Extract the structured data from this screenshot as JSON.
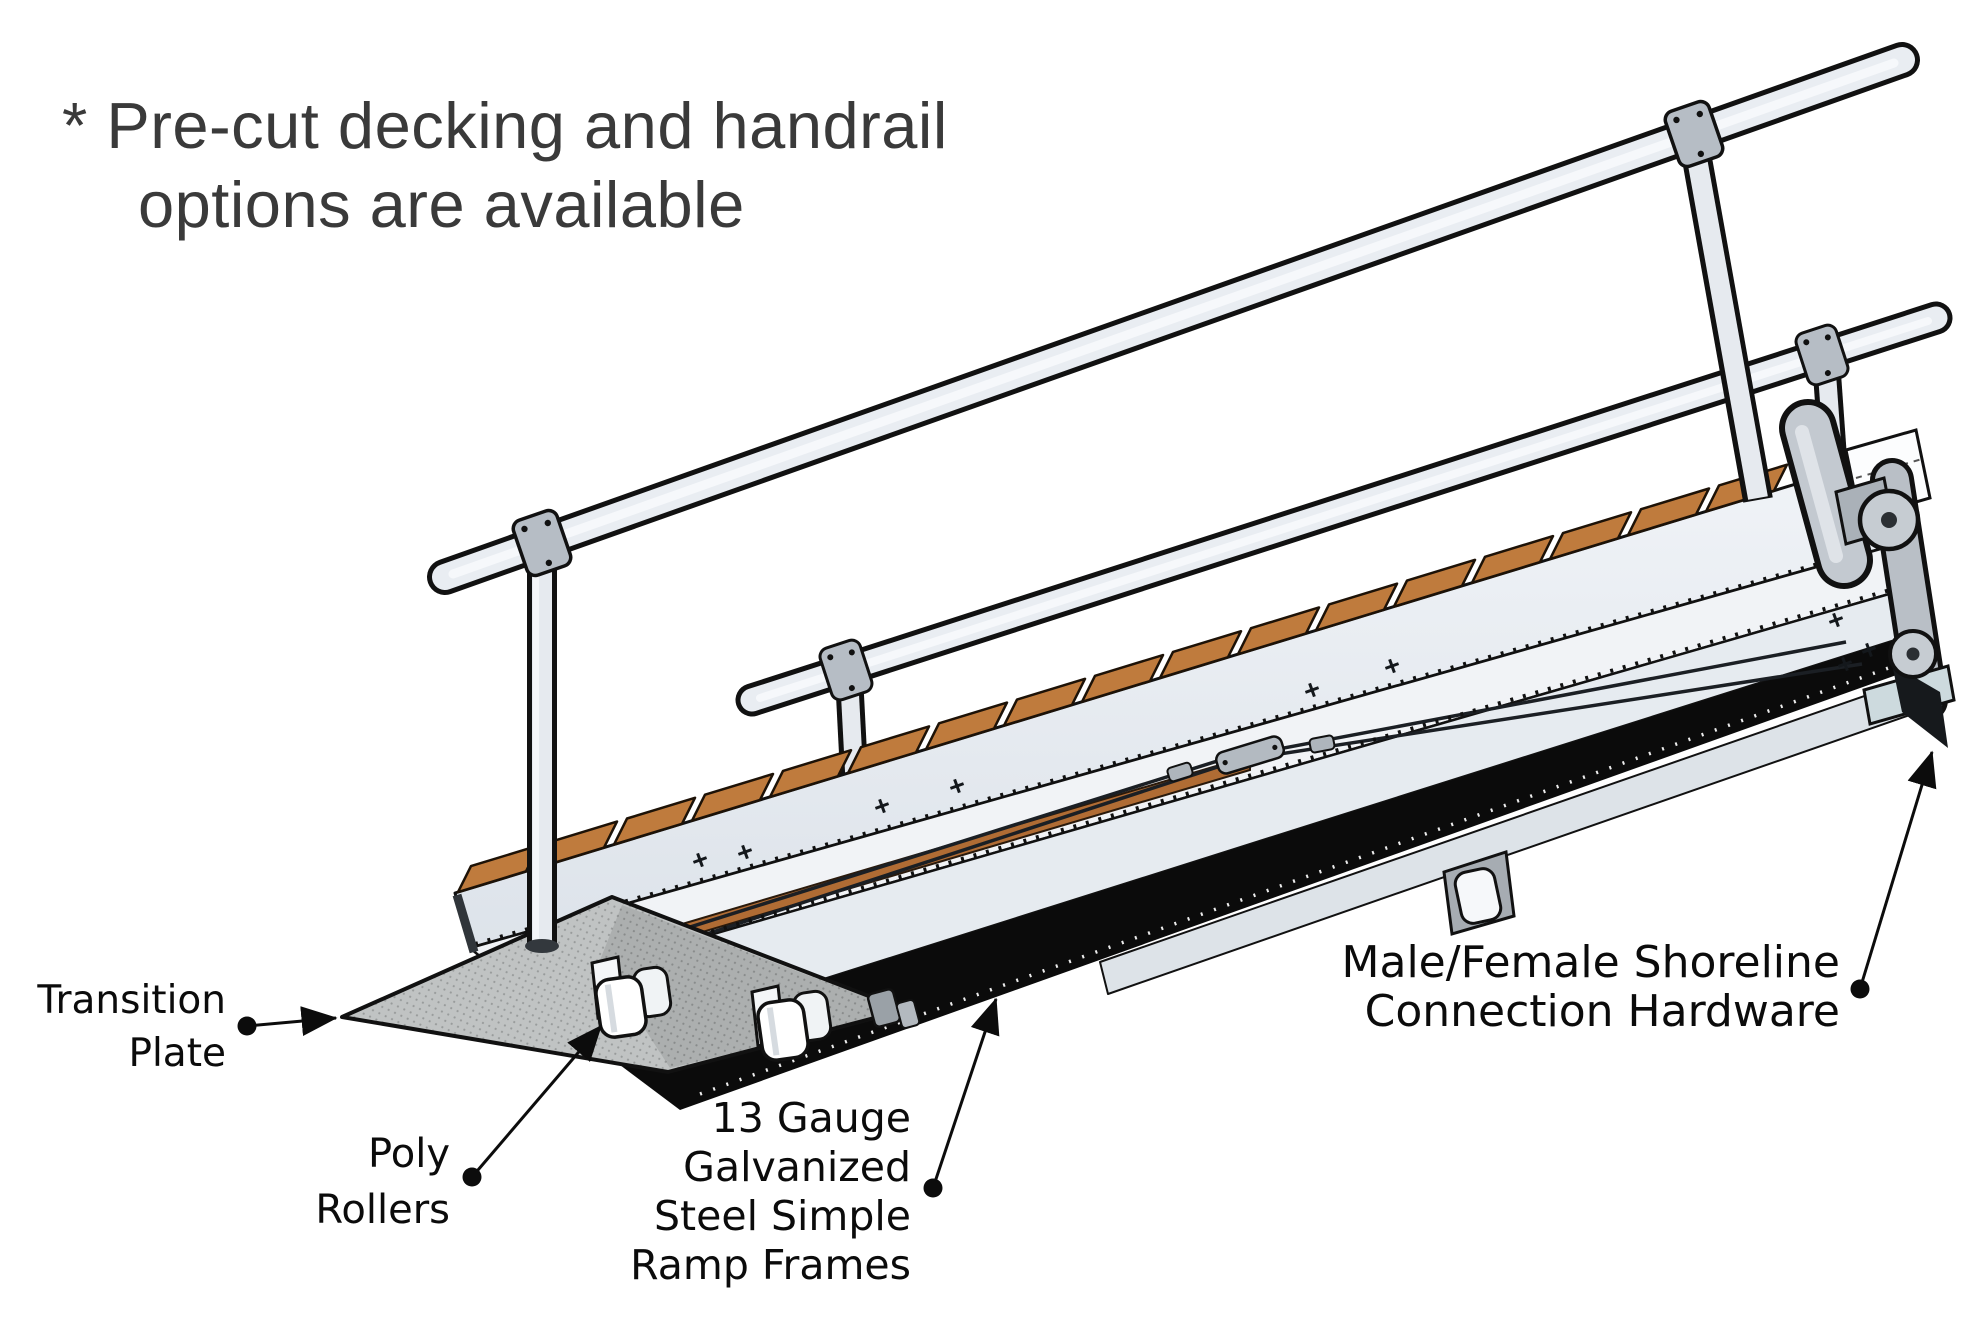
{
  "note": {
    "line1": "* Pre-cut decking and handrail",
    "line2": "options are available"
  },
  "labels": {
    "transition_plate": {
      "line1": "Transition",
      "line2": "Plate"
    },
    "poly_rollers": {
      "line1": "Poly",
      "line2": "Rollers"
    },
    "ramp_frames": {
      "line1": "13 Gauge",
      "line2": "Galvanized",
      "line3": "Steel Simple",
      "line4": "Ramp Frames"
    },
    "shoreline_hardware": {
      "line1": "Male/Female Shoreline",
      "line2": "Connection Hardware"
    }
  },
  "colors": {
    "background": "#ffffff",
    "note_text": "#3a3a3a",
    "label_text": "#0b0b0b",
    "deck_plank": "#bf7b3d",
    "frame_light": "#e9edf2",
    "frame_panel_low": "#dde3ea",
    "fitting_gray": "#b6bdc5",
    "plate_gray": "#c0c3c3",
    "hardware_plate_blue": "#cddade",
    "outline": "#111111"
  }
}
